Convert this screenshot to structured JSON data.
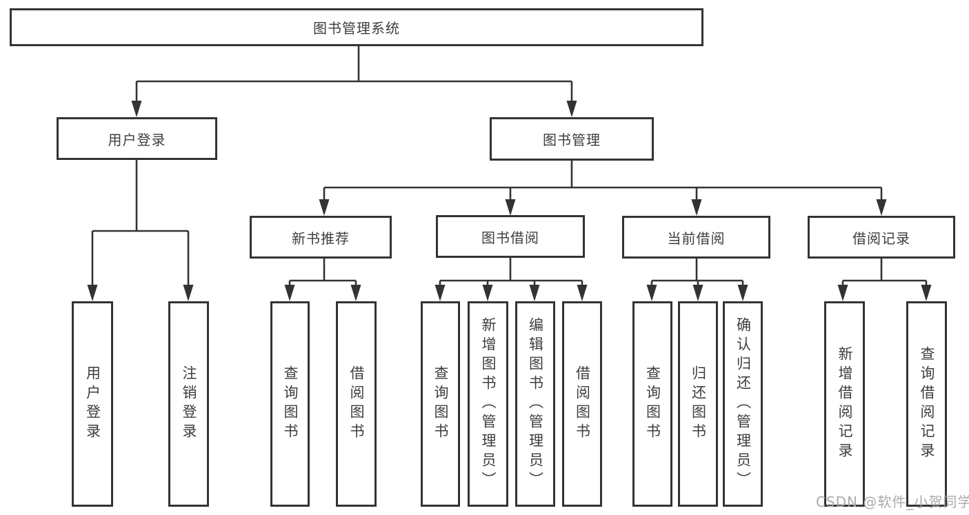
{
  "diagram": {
    "root": {
      "label": "图书管理系统"
    },
    "branches": [
      {
        "label": "用户登录",
        "children": [
          {
            "label": "用户登录"
          },
          {
            "label": "注销登录"
          }
        ]
      },
      {
        "label": "图书管理",
        "children": [
          {
            "label": "新书推荐",
            "children": [
              {
                "label": "查询图书"
              },
              {
                "label": "借阅图书"
              }
            ]
          },
          {
            "label": "图书借阅",
            "children": [
              {
                "label": "查询图书"
              },
              {
                "label": "新增图书（管理员）"
              },
              {
                "label": "编辑图书（管理员）"
              },
              {
                "label": "借阅图书"
              }
            ]
          },
          {
            "label": "当前借阅",
            "children": [
              {
                "label": "查询图书"
              },
              {
                "label": "归还图书"
              },
              {
                "label": "确认归还（管理员）"
              }
            ]
          },
          {
            "label": "借阅记录",
            "children": [
              {
                "label": "新增借阅记录"
              },
              {
                "label": "查询借阅记录"
              }
            ]
          }
        ]
      }
    ]
  },
  "watermark": {
    "text": "CSDN @软件_小贺同学"
  },
  "colors": {
    "line": "#333333",
    "text": "#3d3d3d",
    "watermark": "#a5a5a5",
    "background": "#ffffff"
  }
}
